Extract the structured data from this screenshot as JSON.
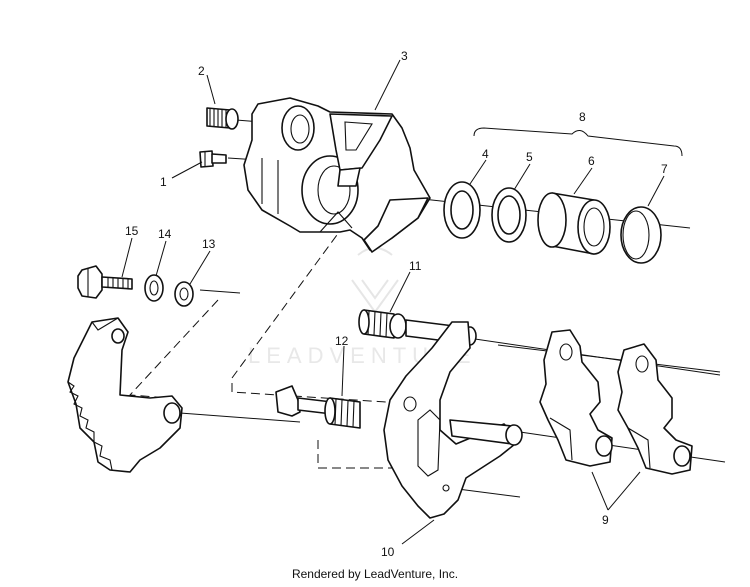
{
  "watermark": {
    "text": "LEADVENTURE"
  },
  "credit": "Rendered by LeadVenture, Inc.",
  "callouts": [
    {
      "id": "1",
      "label": "1"
    },
    {
      "id": "2",
      "label": "2"
    },
    {
      "id": "3",
      "label": "3"
    },
    {
      "id": "4",
      "label": "4"
    },
    {
      "id": "5",
      "label": "5"
    },
    {
      "id": "6",
      "label": "6"
    },
    {
      "id": "7",
      "label": "7"
    },
    {
      "id": "8",
      "label": "8"
    },
    {
      "id": "9",
      "label": "9"
    },
    {
      "id": "10",
      "label": "10"
    },
    {
      "id": "11",
      "label": "11"
    },
    {
      "id": "12",
      "label": "12"
    },
    {
      "id": "13",
      "label": "13"
    },
    {
      "id": "14",
      "label": "14"
    },
    {
      "id": "15",
      "label": "15"
    }
  ],
  "colors": {
    "line": "#111111",
    "watermark": "#e6e6e6",
    "background": "#ffffff"
  }
}
